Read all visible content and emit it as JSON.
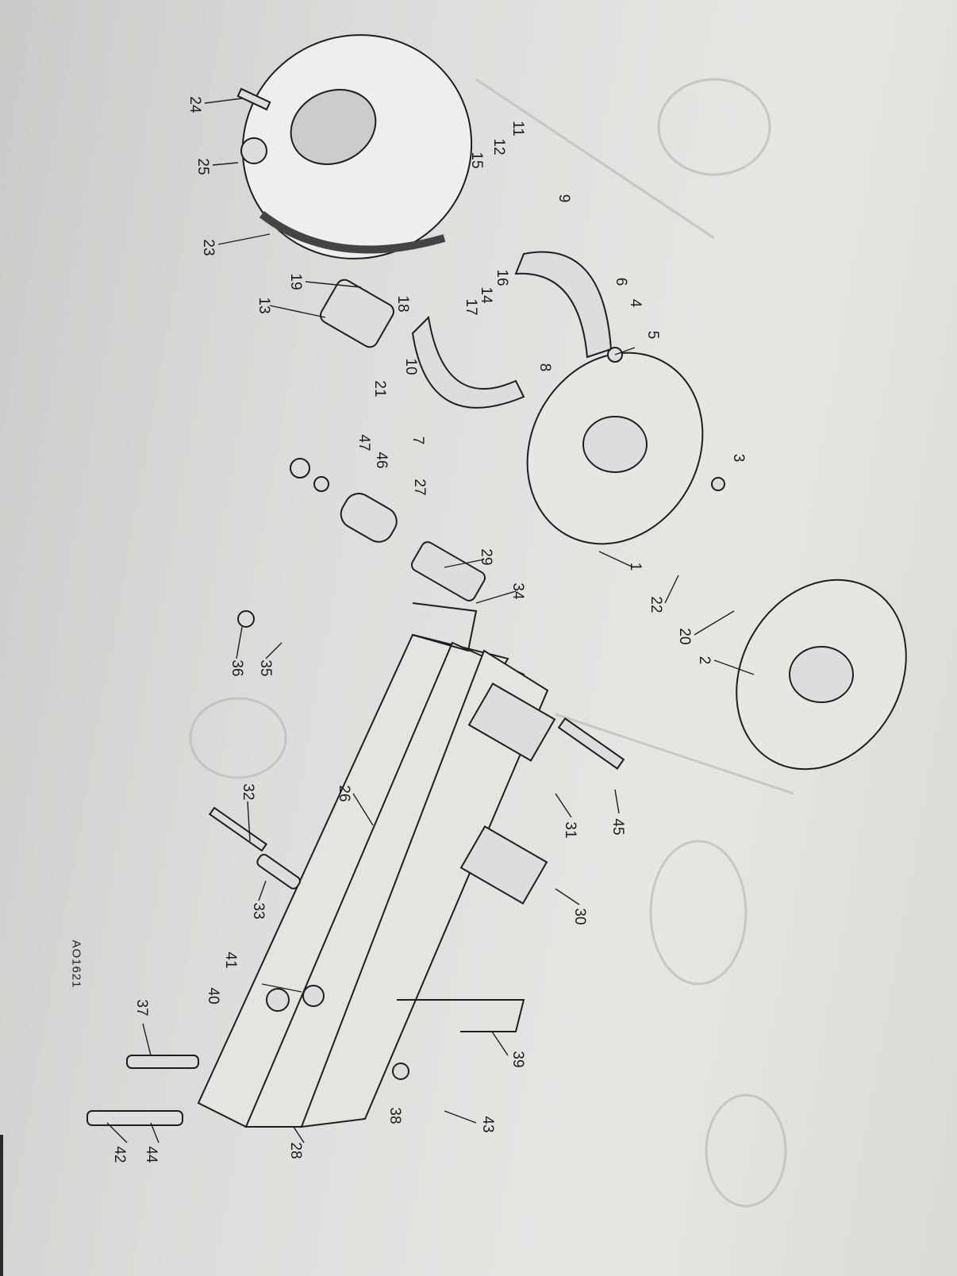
{
  "drawing_reference": "AO1621",
  "part_labels": [
    "1",
    "2",
    "3",
    "4",
    "5",
    "6",
    "7",
    "8",
    "9",
    "10",
    "11",
    "12",
    "13",
    "14",
    "15",
    "16",
    "17",
    "18",
    "19",
    "20",
    "21",
    "22",
    "23",
    "24",
    "25",
    "26",
    "27",
    "28",
    "29",
    "30",
    "31",
    "32",
    "33",
    "34",
    "35",
    "36",
    "37",
    "38",
    "39",
    "40",
    "41",
    "42",
    "43",
    "44",
    "45",
    "46",
    "47"
  ]
}
